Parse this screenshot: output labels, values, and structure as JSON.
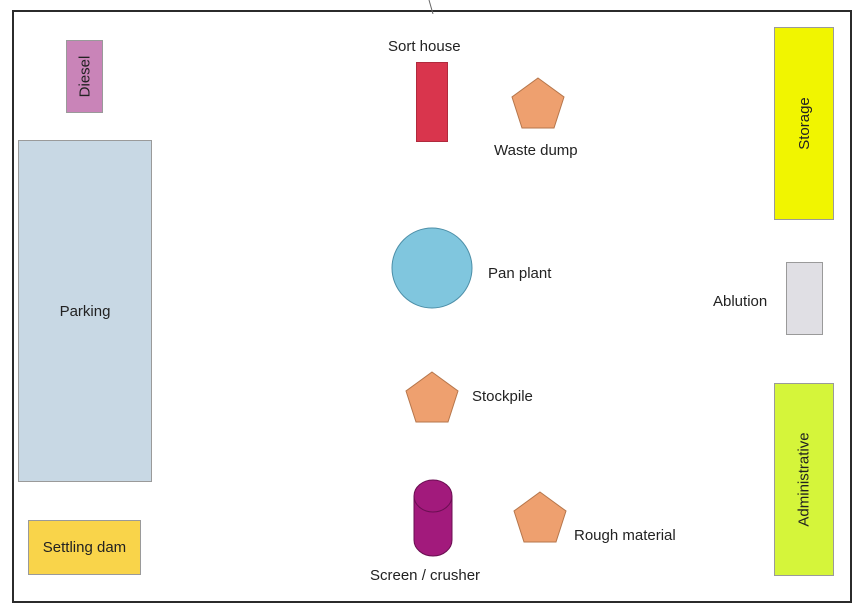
{
  "diagram": {
    "areas": {
      "diesel": "Diesel",
      "parking": "Parking",
      "settling_dam": "Settling dam",
      "sort_house": "Sort house",
      "waste_dump": "Waste dump",
      "pan_plant": "Pan plant",
      "stockpile": "Stockpile",
      "screen_crusher": "Screen /  crusher",
      "rough_material": "Rough material",
      "storage": "Storage",
      "ablution": "Ablution",
      "administrative": "Administrative"
    },
    "colors": {
      "diesel": "#c984b8",
      "parking": "#c8d8e4",
      "settling_dam": "#f9d44a",
      "sort_house": "#d9354d",
      "pentagon": "#eea06f",
      "pan_plant": "#80c6de",
      "screen_crusher": "#a21a7c",
      "storage": "#f1f500",
      "ablution": "#e0dfe4",
      "administrative": "#d5f53a"
    }
  }
}
